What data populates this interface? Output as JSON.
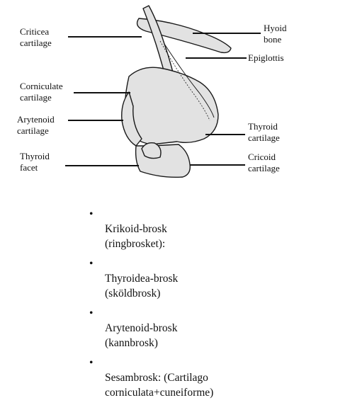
{
  "diagram": {
    "labels": {
      "criticea": "Criticea\ncartilage",
      "corniculate": "Corniculate\ncartilage",
      "arytenoid": "Arytenoid\ncartilage",
      "thyroid_facet": "Thyroid\nfacet",
      "hyoid": "Hyoid\nbone",
      "epiglottis": "Epiglottis",
      "thyroid_cartilage": "Thyroid\ncartilage",
      "cricoid": "Cricoid\ncartilage"
    },
    "colors": {
      "fill": "#e2e2e2",
      "stroke": "#1a1a1a"
    }
  },
  "bullets": {
    "marker": "•",
    "items": [
      "Krikoid-brosk\n(ringbrosket):",
      "Thyroidea-brosk\n(sköldbrosk)",
      "Arytenoid-brosk\n(kannbrosk)",
      "Sesambrosk: (Cartilago\ncorniculata+cuneiforme)"
    ]
  }
}
